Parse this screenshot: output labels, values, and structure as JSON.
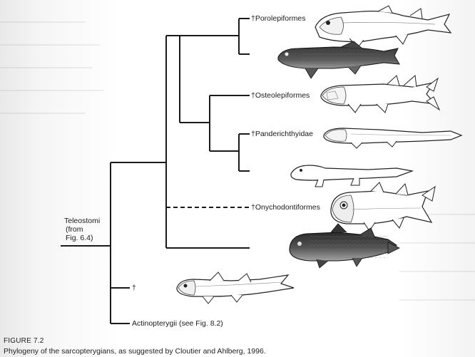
{
  "taxa": [
    {
      "id": "porolepiformes",
      "label": "†Porolepiformes"
    },
    {
      "id": "osteolepiformes",
      "label": "†Osteolepiformes"
    },
    {
      "id": "panderichthyidae",
      "label": "†Panderichthyidae"
    },
    {
      "id": "onychodontiformes",
      "label": "†Onychodontiformes"
    },
    {
      "id": "extinct-lower",
      "label": "†"
    },
    {
      "id": "actinopterygii",
      "label": "Actinopterygii (see Fig. 8.2)"
    }
  ],
  "outgroup": {
    "lines": [
      "Teleostomi",
      "(from",
      "Fig. 6.4)"
    ]
  },
  "figure": {
    "title": "FIGURE 7.2",
    "caption": "Phylogeny of the sarcopterygians, as suggested by Cloutier and Ahlberg, 1996."
  }
}
